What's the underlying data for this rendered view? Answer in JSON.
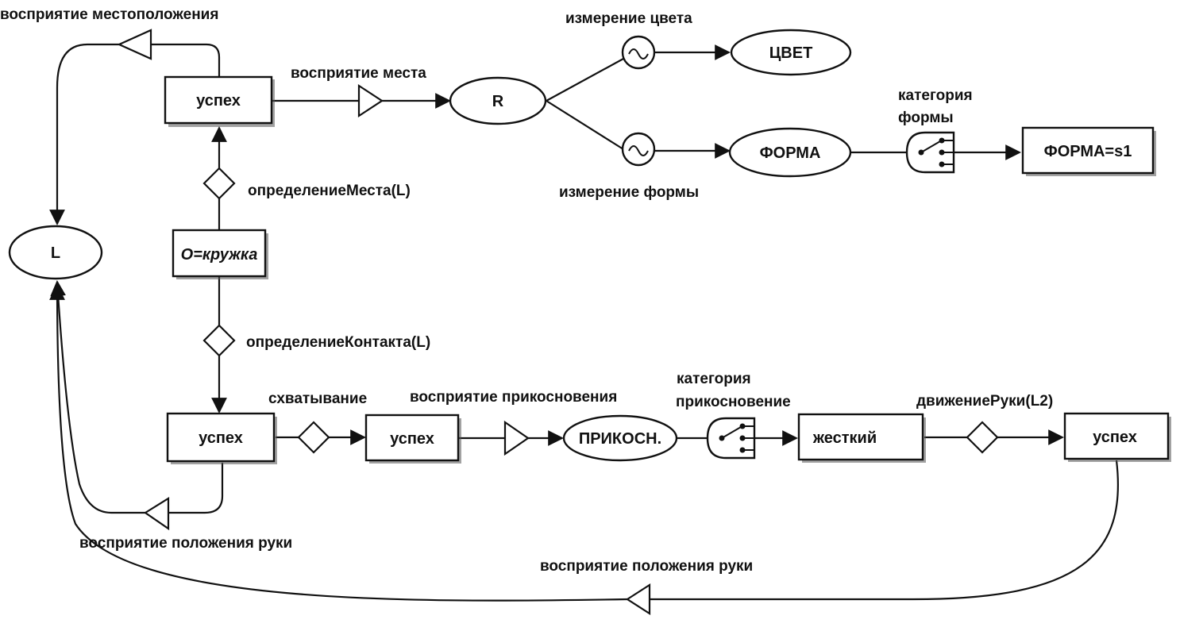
{
  "nodes": {
    "L": "L",
    "R": "R",
    "color": "ЦВЕТ",
    "shape": "ФОРМА",
    "shape_result": "ФОРМА=s1",
    "success_top": "успех",
    "object": "О=кружка",
    "success_grasp": "успех",
    "success_touch": "успех",
    "touch": "ПРИКОСН.",
    "hard": "жесткий",
    "success_end": "успех"
  },
  "labels": {
    "location_perception": "восприятие местоположения",
    "place_perception": "восприятие места",
    "color_measure": "измерение цвета",
    "shape_measure": "измерение формы",
    "shape_category_1": "категория",
    "shape_category_2": "формы",
    "define_place": "определениеМеста(L)",
    "define_contact": "определениеКонтакта(L)",
    "grasping": "схватывание",
    "touch_perception": "восприятие прикосновения",
    "touch_category_1": "категория",
    "touch_category_2": "прикосновение",
    "hand_motion": "движениеРуки(L2)",
    "hand_position_left": "восприятие положения руки",
    "hand_position_bottom": "восприятие положения руки"
  }
}
